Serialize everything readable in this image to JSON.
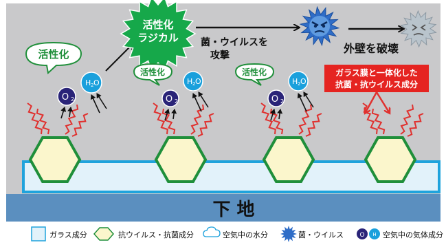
{
  "diagram": {
    "process": {
      "radical_label_line1": "活性化",
      "radical_label_line2": "ラジカル",
      "attack_label_line1": "菌・ウイルスを",
      "attack_label_line2": "攻撃",
      "result_label": "外壁を破壊"
    },
    "bubbles": [
      {
        "label": "活性化"
      },
      {
        "label": "活性化"
      },
      {
        "label": "活性化"
      }
    ],
    "molecules": {
      "oxygen_base": "O",
      "oxygen_sub": "2",
      "water_h": "H",
      "water_sub": "2",
      "water_o": "O"
    },
    "callout": {
      "line1": "ガラス膜と一体化した",
      "line2": "抗菌・抗ウイルス成分"
    },
    "base_label": "下 地",
    "legend": [
      {
        "label": "ガラス成分"
      },
      {
        "label": "抗ウイルス・抗菌成分"
      },
      {
        "label": "空気中の水分"
      },
      {
        "label": "菌・ウイルス"
      },
      {
        "label": "空気中の気体成分"
      }
    ],
    "colors": {
      "background_gray": "#c9c9cb",
      "base_blue": "#5b8fbf",
      "glass_fill": "#e2f2fa",
      "glass_stroke": "#1fa3dc",
      "hex_fill": "#fbf6cc",
      "hex_stroke": "#1f8f3a",
      "bubble_text": "#1f8f3a",
      "oxygen": "#2a2478",
      "water": "#1aa0dc",
      "heat": "#e0312f",
      "callout_bg": "#e52421",
      "radical_green": "#16a84a",
      "virus_blue": "#2f6dc7",
      "virus_gray": "#b9c4cc"
    },
    "icons": [
      "starburst-icon",
      "virus-icon",
      "destroyed-virus-icon",
      "hexagon-icon",
      "cloud-bubble-icon",
      "arrow-icon",
      "wavy-heat-icon"
    ]
  }
}
